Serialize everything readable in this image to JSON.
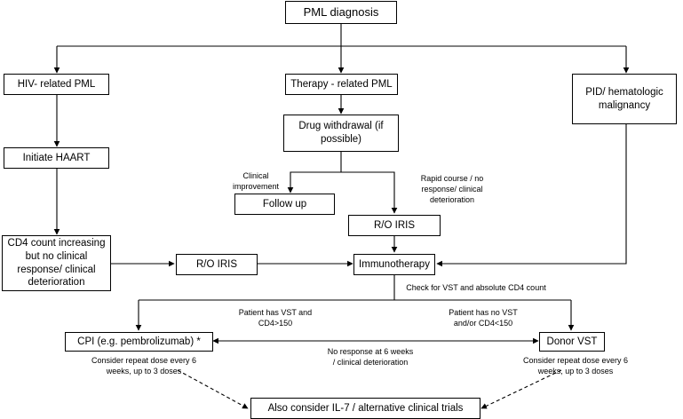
{
  "diagram": {
    "nodes": {
      "pml_diagnosis": "PML diagnosis",
      "hiv_pml": "HIV- related PML",
      "therapy_pml": "Therapy - related PML",
      "pid_malignancy": "PID/ hematologic malignancy",
      "drug_withdrawal": "Drug withdrawal (if possible)",
      "initiate_haart": "Initiate HAART",
      "follow_up": "Follow up",
      "ro_iris_right": "R/O IRIS",
      "cd4_increasing": "CD4 count increasing but no clinical response/ clinical deterioration",
      "ro_iris_left": "R/O IRIS",
      "immunotherapy": "Immunotherapy",
      "cpi": "CPI (e.g. pembrolizumab) *",
      "donor_vst": "Donor VST",
      "il7_trials": "Also consider IL-7 / alternative clinical trials"
    },
    "labels": {
      "clinical_improvement": "Clinical\nimprovement",
      "rapid_course": "Rapid course / no\nresponse/ clinical\ndeterioration",
      "check_vst": "Check for VST and absolute CD4 count",
      "has_vst": "Patient has VST and\nCD4>150",
      "no_vst": "Patient has no VST\nand/or CD4<150",
      "no_response": "No response at 6 weeks\n/ clinical deterioration",
      "repeat_cpi": "Consider repeat dose every 6\nweeks, up to 3 doses",
      "repeat_vst": "Consider repeat dose every 6\nweeks, up to 3 doses"
    }
  }
}
